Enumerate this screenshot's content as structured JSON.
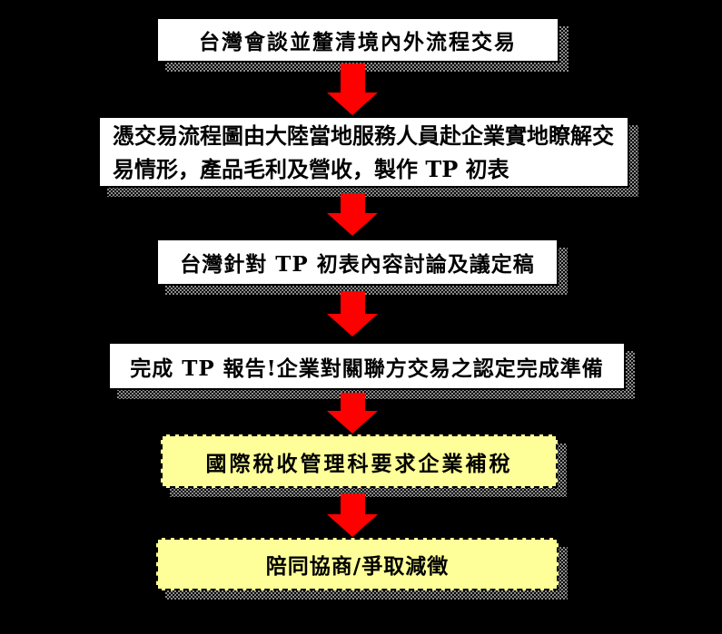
{
  "diagram": {
    "type": "flowchart",
    "direction": "top-down",
    "background_color": "#000000",
    "arrow_color": "#FF0000",
    "shadow_color": "#8C8C8C",
    "box_colors": {
      "process": "#FFFFFF",
      "highlight": "#FFFF99",
      "border": "#000000"
    },
    "steps": [
      {
        "label": "台灣會談並釐清境內外流程交易",
        "variant": "white"
      },
      {
        "label": "憑交易流程圖由大陸當地服務人員赴企業實地瞭解交\n易情形，產品毛利及營收，製作 TP 初表",
        "variant": "white"
      },
      {
        "label": "台灣針對 TP 初表內容討論及議定稿",
        "variant": "white"
      },
      {
        "label": "完成 TP 報告!企業對關聯方交易之認定完成準備",
        "variant": "white"
      },
      {
        "label": "國際稅收管理科要求企業補稅",
        "variant": "yellow"
      },
      {
        "label": "陪同協商/爭取減徵",
        "variant": "yellow"
      }
    ]
  }
}
